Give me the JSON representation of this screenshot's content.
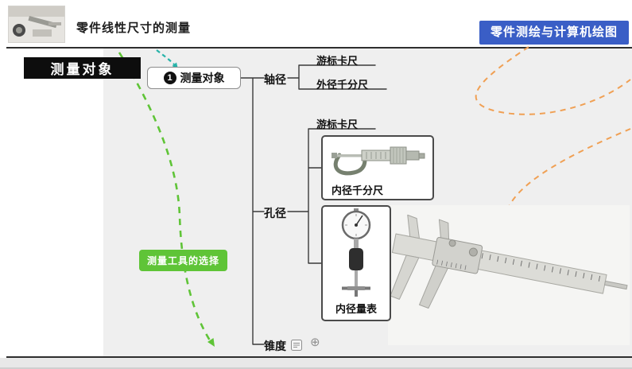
{
  "header": {
    "title": "零件线性尺寸的测量",
    "badge": "零件测绘与计算机绘图"
  },
  "section_label": "测量对象",
  "mindmap": {
    "root_number": "1",
    "root_label": "测量对象",
    "branches": {
      "shaft": "轴径",
      "hole": "孔径",
      "taper": "锥度"
    },
    "children": {
      "shaft_1": "游标卡尺",
      "shaft_2": "外径千分尺",
      "hole_1": "游标卡尺",
      "hole_2": "内径千分尺",
      "hole_3": "内径量表"
    },
    "tool_label": "测量工具的选择"
  },
  "icons": {
    "plus": "⊕"
  },
  "colors": {
    "badge_blue": "#3a5ec6",
    "green": "#5fc437",
    "orange": "#f0a054",
    "teal": "#27b3a9",
    "connector": "#3a3a3a"
  }
}
